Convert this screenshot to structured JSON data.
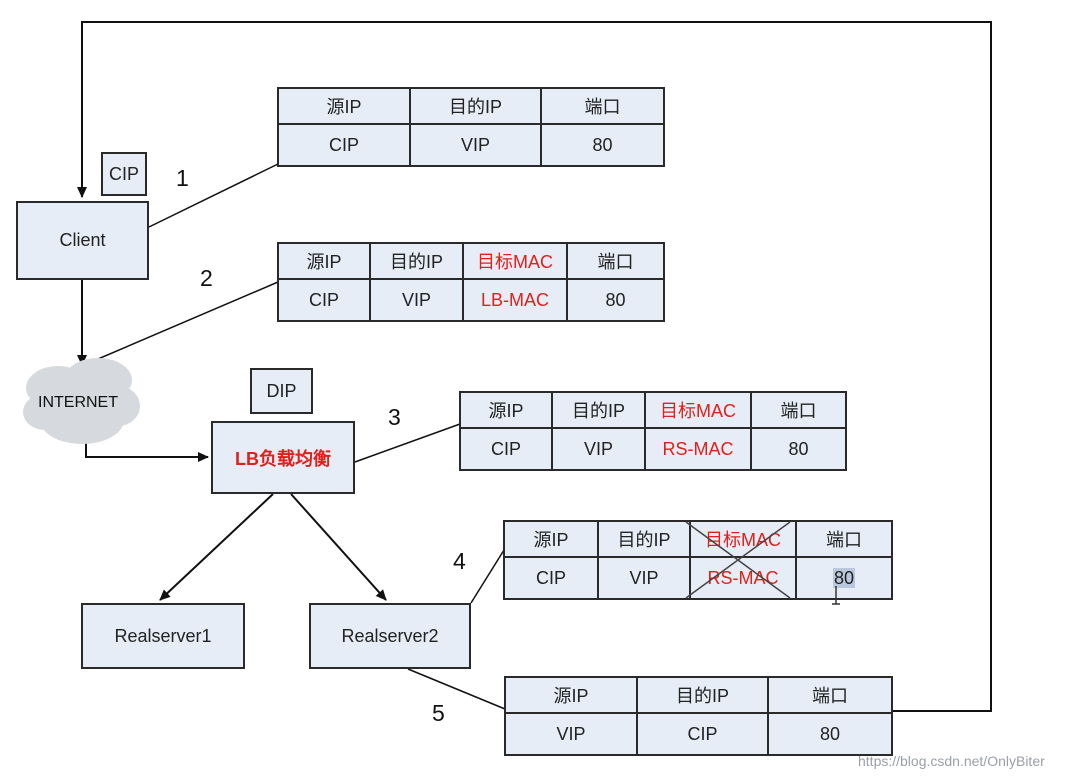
{
  "nodes": {
    "client": "Client",
    "cip_tag": "CIP",
    "dip_tag": "DIP",
    "internet": "INTERNET",
    "lb": "LB负载均衡",
    "rs1": "Realserver1",
    "rs2": "Realserver2"
  },
  "steps": [
    "1",
    "2",
    "3",
    "4",
    "5"
  ],
  "packets": [
    {
      "headers": [
        "源IP",
        "目的IP",
        "端口"
      ],
      "values": [
        "CIP",
        "VIP",
        "80"
      ]
    },
    {
      "headers": [
        "源IP",
        "目的IP",
        "目标MAC",
        "端口"
      ],
      "values": [
        "CIP",
        "VIP",
        "LB-MAC",
        "80"
      ],
      "highlight_column": 2
    },
    {
      "headers": [
        "源IP",
        "目的IP",
        "目标MAC",
        "端口"
      ],
      "values": [
        "CIP",
        "VIP",
        "RS-MAC",
        "80"
      ],
      "highlight_column": 2
    },
    {
      "headers": [
        "源IP",
        "目的IP",
        "目标MAC",
        "端口"
      ],
      "values": [
        "CIP",
        "VIP",
        "RS-MAC",
        "80"
      ],
      "highlight_column": 2,
      "crossed_column": 2
    },
    {
      "headers": [
        "源IP",
        "目的IP",
        "端口"
      ],
      "values": [
        "VIP",
        "CIP",
        "80"
      ]
    }
  ],
  "watermark": "https://blog.csdn.net/OnlyBiter",
  "colors": {
    "box_fill": "#e6edf6",
    "border": "#2a2a2a",
    "accent_red": "#e0201b",
    "cloud": "#d4d7db"
  }
}
